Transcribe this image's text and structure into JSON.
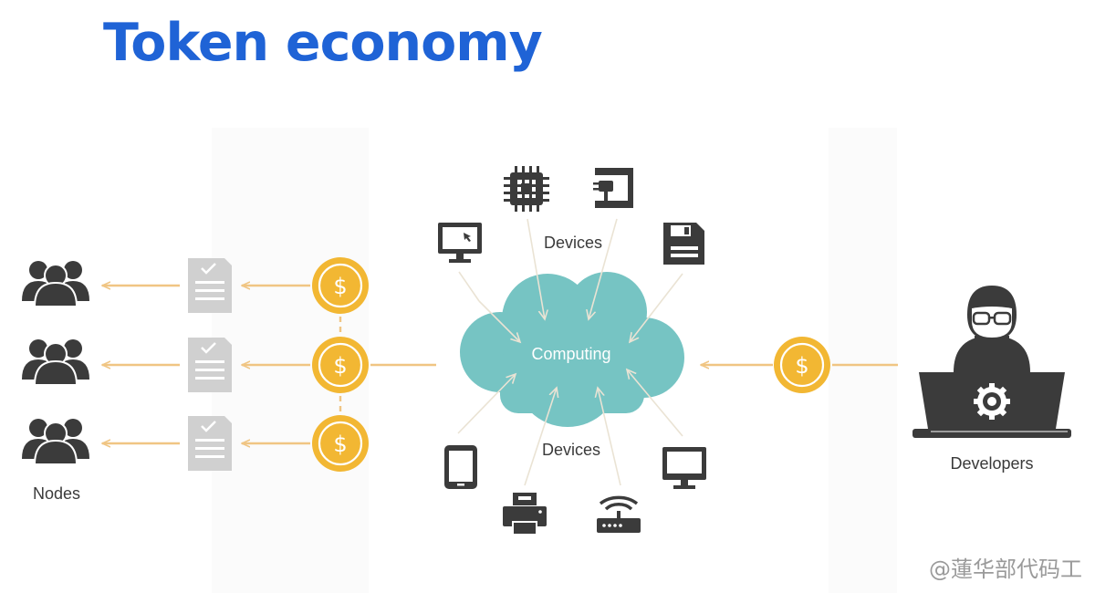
{
  "title": "Token economy",
  "labels": {
    "nodes": "Nodes",
    "devices_top": "Devices",
    "devices_bottom": "Devices",
    "computing": "Computing",
    "developers": "Developers"
  },
  "watermark": "@蓮华部代码工",
  "colors": {
    "title": "#1f63d6",
    "arrow": "#f0c583",
    "coin": "#f2b733",
    "cloud": "#76c4c3",
    "icon": "#3b3b3b",
    "document": "#d0d0d0"
  },
  "icons": {
    "nodes": [
      "people-group-icon",
      "people-group-icon",
      "people-group-icon"
    ],
    "documents": [
      "checklist-document-icon",
      "checklist-document-icon",
      "checklist-document-icon"
    ],
    "coins": [
      "dollar-coin-icon",
      "dollar-coin-icon",
      "dollar-coin-icon",
      "dollar-coin-icon"
    ],
    "devices": [
      "monitor-icon",
      "cpu-chip-icon",
      "power-plug-icon",
      "floppy-disk-icon",
      "tablet-icon",
      "printer-icon",
      "wifi-router-icon",
      "display-icon"
    ],
    "developer": "developer-laptop-icon"
  }
}
